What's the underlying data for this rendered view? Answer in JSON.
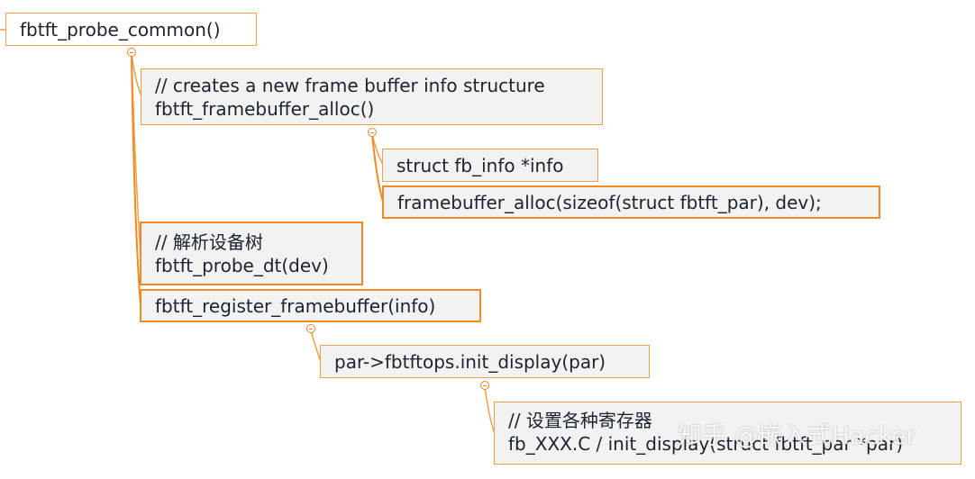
{
  "nodes": {
    "root": {
      "line1": "fbtft_probe_common()"
    },
    "alloc": {
      "line1": "// creates a new frame buffer info structure",
      "line2": "fbtft_framebuffer_alloc()"
    },
    "struct_info": {
      "line1": "struct fb_info *info"
    },
    "fb_alloc": {
      "line1": "framebuffer_alloc(sizeof(struct fbtft_par), dev);"
    },
    "probe_dt": {
      "line1": "// 解析设备树",
      "line2": "fbtft_probe_dt(dev)"
    },
    "register_fb": {
      "line1": "fbtft_register_framebuffer(info)"
    },
    "init_display": {
      "line1": "par->fbtftops.init_display(par)"
    },
    "set_regs": {
      "line1": "// 设置各种寄存器",
      "line2": "fb_XXX.C / init_display(struct fbtft_par *par)"
    }
  },
  "watermark": "知乎 @嵌入式Hacker",
  "colors": {
    "connector": "#f0a04a",
    "accent": "#f08a24",
    "node_bg": "#f2f2f2",
    "text": "#1b2330"
  }
}
